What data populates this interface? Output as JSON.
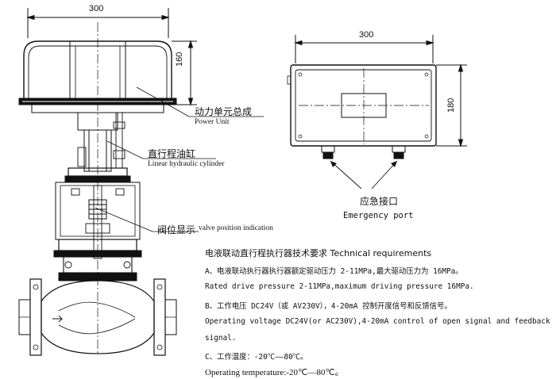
{
  "dimensions": {
    "actuator_width": "300",
    "actuator_height": "160",
    "box_width": "300",
    "box_height": "180"
  },
  "labels": {
    "power_unit_cn": "动力单元总成",
    "power_unit_en": "Power Unit",
    "cylinder_cn": "直行程油缸",
    "cylinder_en": "Linear hydraulic cylinder",
    "valve_pos_cn": "阀位显示",
    "valve_pos_en": "valve position indication",
    "emergency_cn": "应急接口",
    "emergency_en": "Emergency port"
  },
  "requirements": {
    "title": "电液联动直行程执行器技术要求  Technical requirements",
    "a_cn": "A、电液联动执行器执行器额定驱动压力 2-11MPa,最大驱动压力为 16MPa。",
    "a_en": "Rated drive pressure 2-11MPa,maximum driving pressure 16MPa.",
    "b_cn": "B、工作电压 DC24V（或 AV230V），4-20mA 控制开度信号和反馈信号。",
    "b_en_1": "Operating voltage DC24V(or AC230V),4-20mA control of open signal and feedback",
    "b_en_2": "signal.",
    "c_cn": "C、工作温度：-20℃——80℃。",
    "c_en": "Operating temperature:-20℃—80℃。"
  }
}
